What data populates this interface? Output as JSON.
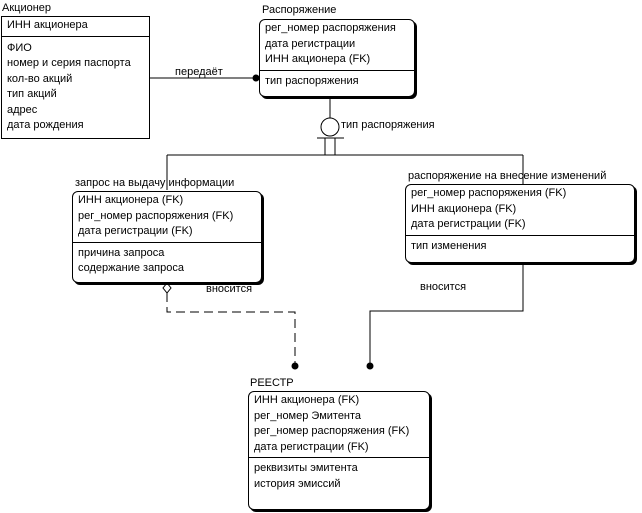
{
  "entities": {
    "akcioner": {
      "title": "Акционер",
      "key_attrs": [
        "ИНН акционера"
      ],
      "attrs": [
        "ФИО",
        "номер и серия паспорта",
        "кол-во акций",
        "тип акций",
        "адрес",
        "дата рождения"
      ]
    },
    "rasporyazhenie": {
      "title": "Распоряжение",
      "key_attrs": [
        "рег_номер распоряжения",
        "дата регистрации",
        "ИНН акционера (FK)"
      ],
      "attrs": [
        "тип распоряжения"
      ]
    },
    "zapros": {
      "title": "запрос на выдачу информации",
      "key_attrs": [
        "ИНН акционера (FK)",
        "рег_номер распоряжения (FK)",
        "дата регистрации (FK)"
      ],
      "attrs": [
        "причина запроса",
        "содержание запроса"
      ]
    },
    "vnesenie": {
      "title": "распоряжение на внесение изменений",
      "key_attrs": [
        "рег_номер распоряжения (FK)",
        "ИНН акционера (FK)",
        "дата регистрации (FK)"
      ],
      "attrs": [
        "тип изменения"
      ]
    },
    "reestr": {
      "title": "РЕЕСТР",
      "key_attrs": [
        "ИНН акционера (FK)",
        "рег_номер Эмитента",
        "рег_номер распоряжения (FK)",
        "дата регистрации (FK)"
      ],
      "attrs": [
        "реквизиты эмитента",
        "история эмиссий"
      ]
    }
  },
  "relationships": {
    "peredaet": "передаёт",
    "discriminator": "тип распоряжения",
    "vnositsya_left": "вносится",
    "vnositsya_right": "вносится"
  }
}
